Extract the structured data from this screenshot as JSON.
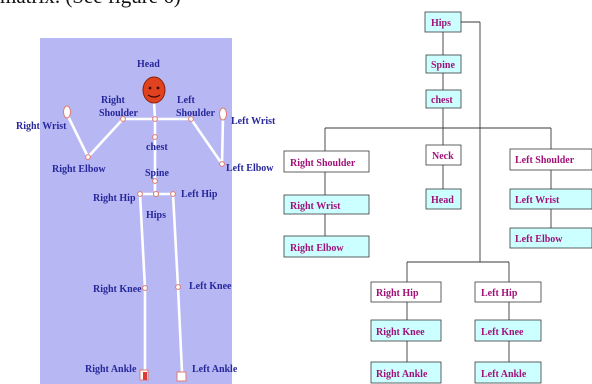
{
  "caption": "matrix. (See figure 6)",
  "skeleton": {
    "background": "#b7b8f3",
    "labels": {
      "head": "Head",
      "right_shoulder_1": "Right",
      "right_shoulder_2": "Shoulder",
      "left_shoulder_1": "Left",
      "left_shoulder_2": "Shoulder",
      "right_wrist": "Right Wrist",
      "left_wrist": "Left Wrist",
      "chest": "chest",
      "right_elbow": "Right Elbow",
      "left_elbow": "Left Elbow",
      "spine": "Spine",
      "right_hip": "Right Hip",
      "left_hip": "Left Hip",
      "hips": "Hips",
      "right_knee": "Right Knee",
      "left_knee": "Left Knee",
      "right_ankle": "Right Ankle",
      "left_ankle": "Left Ankle"
    }
  },
  "hierarchy": {
    "node_fill": "#ccffff",
    "label_color": "#a0127a",
    "nodes": {
      "hips": "Hips",
      "spine": "Spine",
      "chest": "chest",
      "right_shoulder": "Right Shoulder",
      "neck": "Neck",
      "left_shoulder": "Left Shoulder",
      "right_wrist": "Right Wrist",
      "head": "Head",
      "left_wrist": "Left Wrist",
      "right_elbow": "Right Elbow",
      "left_elbow": "Left Elbow",
      "right_hip": "Right Hip",
      "left_hip": "Left Hip",
      "right_knee": "Right Knee",
      "left_knee": "Left Knee",
      "right_ankle": "Right Ankle",
      "left_ankle": "Left Ankle"
    }
  }
}
